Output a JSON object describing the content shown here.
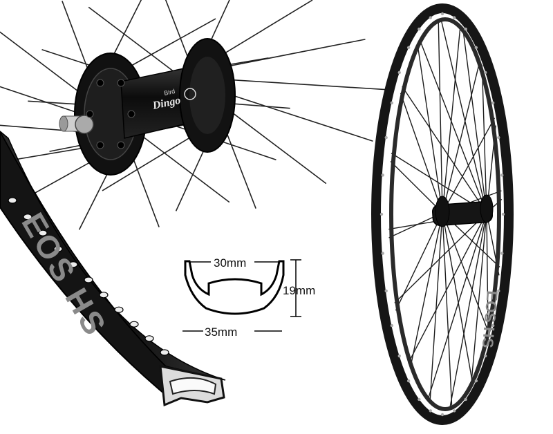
{
  "hub_brand": "Dingo",
  "hub_brand_prefix": "Bird",
  "rim_graphic_text": "EOS HS",
  "rim_profile": {
    "inner_width": "30mm",
    "outer_width": "35mm",
    "height": "19mm"
  },
  "wheel": {
    "spoke_count": 32
  },
  "colors": {
    "finish": "#1a1a1a",
    "highlight": "#6e6e6e",
    "rim_decal": "#8a8a8a",
    "background": "#ffffff"
  }
}
